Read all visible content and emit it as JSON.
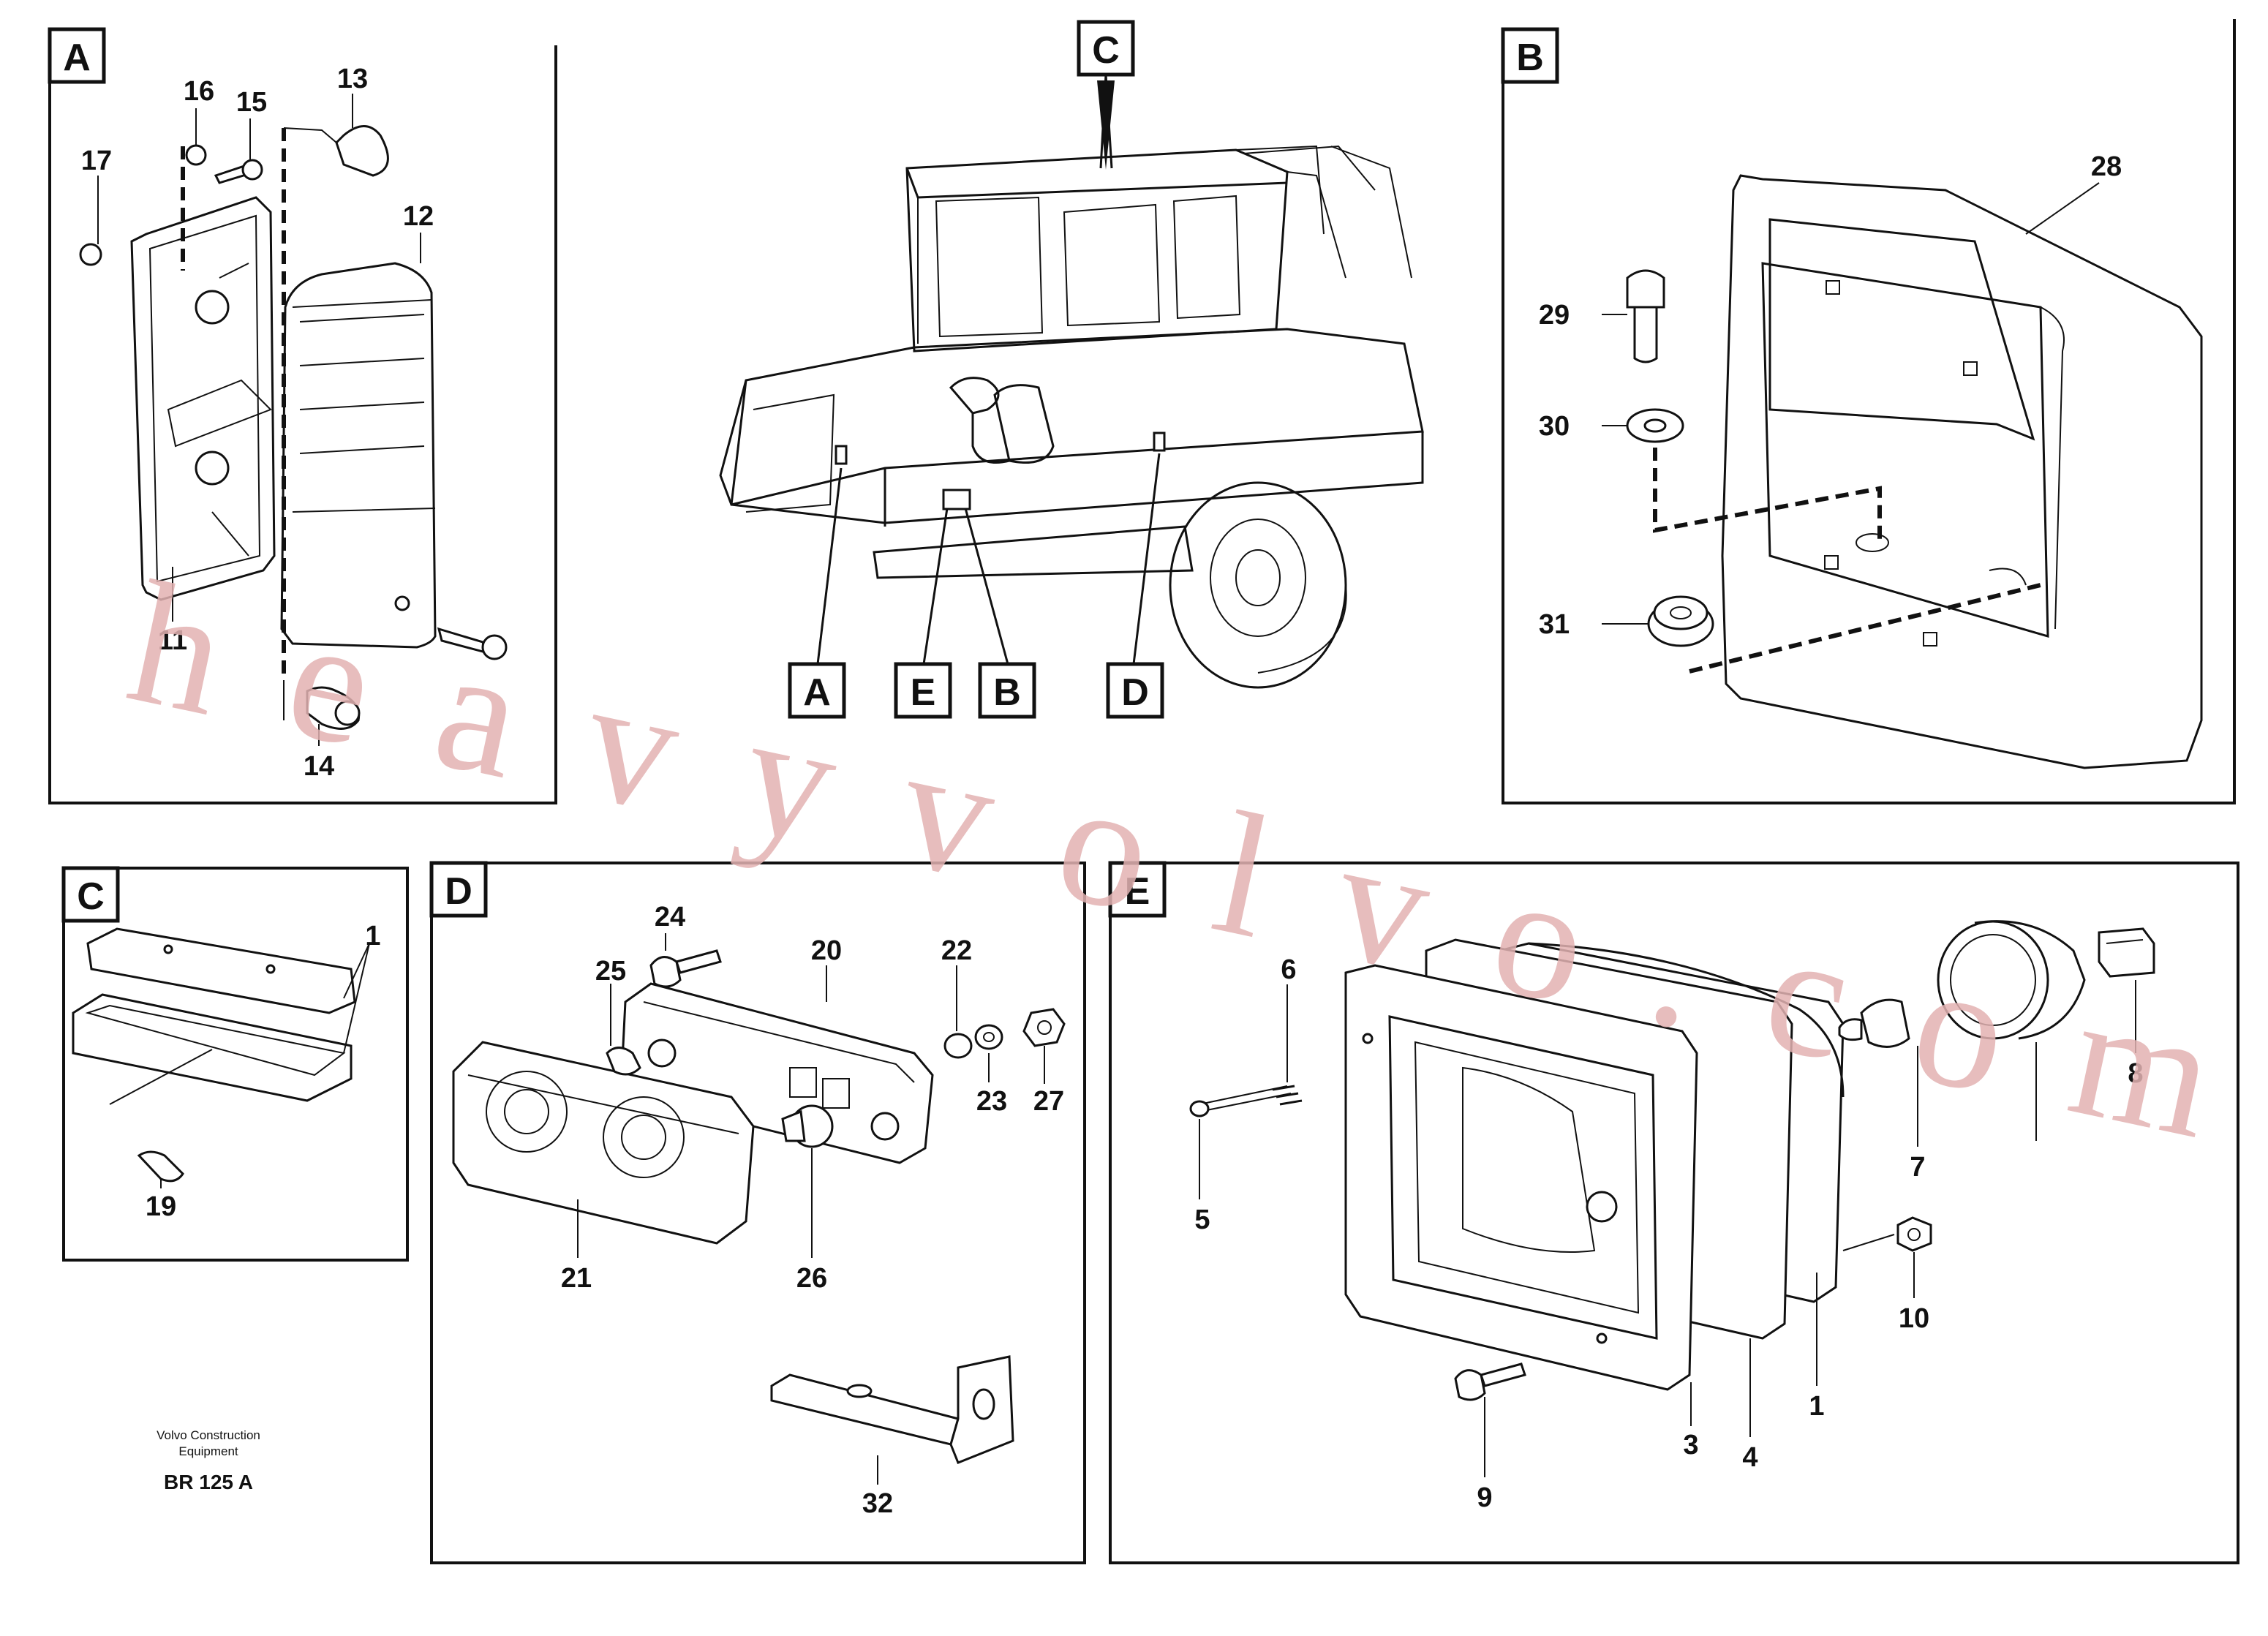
{
  "panels": {
    "A": {
      "tag": "A",
      "parts": [
        "11",
        "12",
        "13",
        "14",
        "15",
        "16",
        "17"
      ]
    },
    "B": {
      "tag": "B",
      "parts": [
        "28",
        "29",
        "30",
        "31"
      ]
    },
    "C": {
      "tag": "C",
      "parts": [
        "1",
        "19"
      ]
    },
    "D": {
      "tag": "D",
      "parts": [
        "20",
        "21",
        "22",
        "23",
        "24",
        "25",
        "26",
        "27",
        "32"
      ]
    },
    "E": {
      "tag": "E",
      "parts": [
        "1",
        "3",
        "4",
        "5",
        "6",
        "7",
        "8",
        "9",
        "10"
      ]
    }
  },
  "overview": {
    "tags": [
      "C",
      "A",
      "E",
      "B",
      "D"
    ]
  },
  "footer": {
    "line1": "Volvo Construction",
    "line2": "Equipment",
    "code": "BR 125 A"
  },
  "watermark": "heavyvolvo.com"
}
